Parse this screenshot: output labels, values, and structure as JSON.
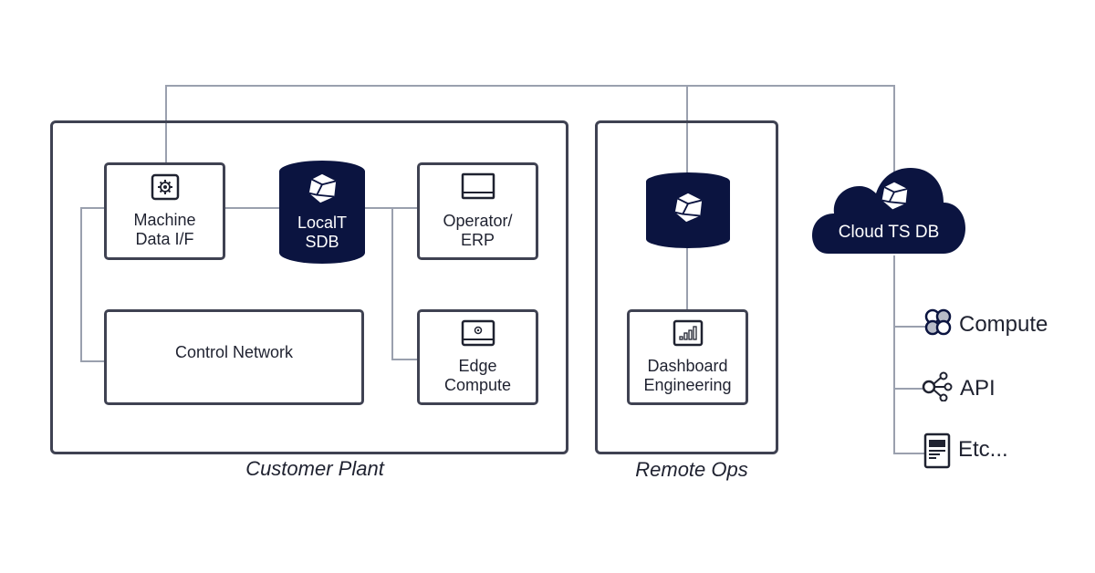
{
  "diagram": {
    "groups": {
      "customer_plant": "Customer Plant",
      "remote_ops": "Remote Ops"
    },
    "nodes": {
      "machine_data": [
        "Machine",
        "Data I/F"
      ],
      "local_db": [
        "LocalT",
        "SDB"
      ],
      "operator_erp": [
        "Operator/",
        "ERP"
      ],
      "control_network": "Control Network",
      "edge_compute": [
        "Edge",
        "Compute"
      ],
      "dashboard": [
        "Dashboard",
        "Engineering"
      ],
      "cloud_db": "Cloud TS DB"
    },
    "cloud_services": [
      {
        "label": "Compute",
        "icon": "compute-cluster-icon"
      },
      {
        "label": "API",
        "icon": "share-nodes-icon"
      },
      {
        "label": "Etc...",
        "icon": "document-icon"
      }
    ],
    "colors": {
      "navy": "#0b1440",
      "border": "#3f4252",
      "connector": "#9aa0ae"
    }
  }
}
